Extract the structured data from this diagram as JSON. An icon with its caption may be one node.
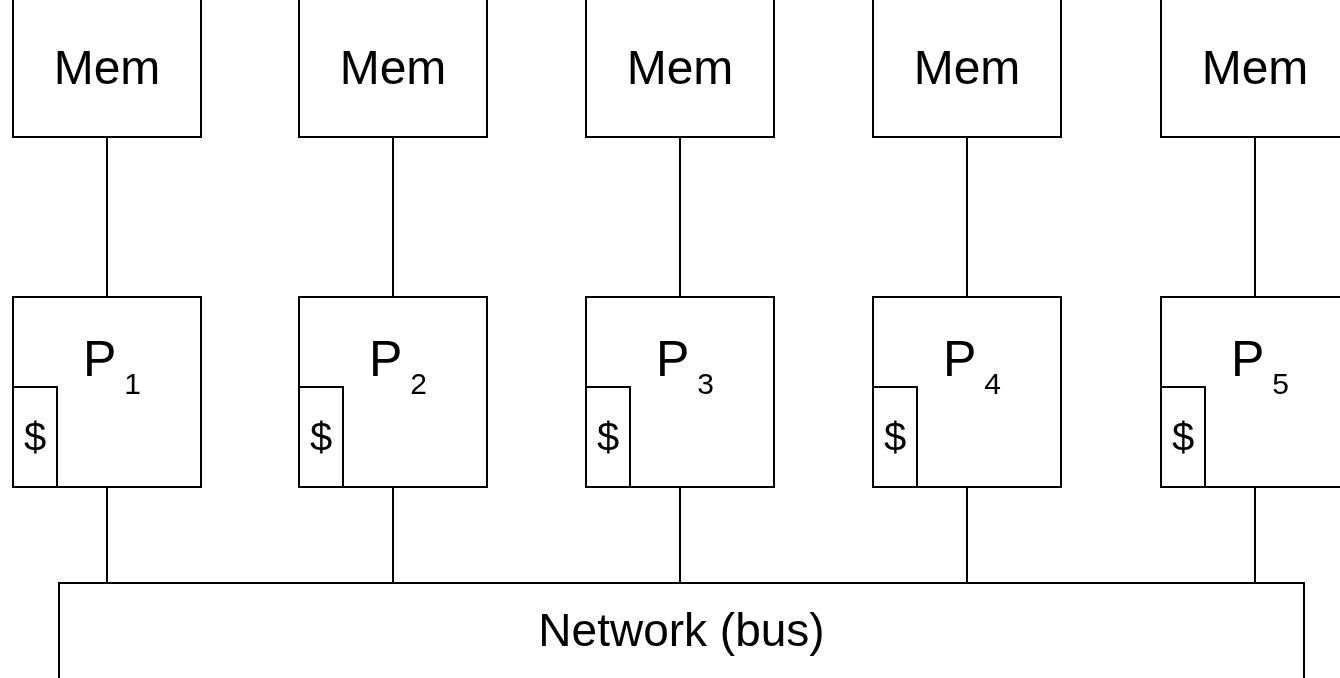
{
  "diagram": {
    "nodes": [
      {
        "text": [
          "Mem"
        ]
      },
      {
        "text": [
          "Mem"
        ]
      },
      {
        "text": [
          "Mem"
        ]
      },
      {
        "text": [
          "Mem"
        ]
      },
      {
        "text": [
          "Mem"
        ]
      },
      {
        "text": [
          "P$_{1}$"
        ]
      },
      {
        "text": [
          "$"
        ],
        "in": 5
      },
      {
        "text": [
          "P$_{2}$"
        ]
      },
      {
        "text": [
          "$"
        ],
        "in": 7
      },
      {
        "text": [
          "P$_{3}$"
        ]
      },
      {
        "text": [
          "$"
        ],
        "in": 9
      },
      {
        "text": [
          "P$_{4}$"
        ]
      },
      {
        "text": [
          "$"
        ],
        "in": 11
      },
      {
        "text": [
          "P$_{5}$"
        ]
      },
      {
        "text": [
          "$"
        ],
        "in": 13
      },
      {
        "text": [
          "Network (bus)"
        ]
      }
    ],
    "edges": [
      {
        "from": 0,
        "to": 5,
        "arrow": "none"
      },
      {
        "from": 1,
        "to": 7,
        "arrow": "none"
      },
      {
        "from": 2,
        "to": 9,
        "arrow": "none"
      },
      {
        "from": 3,
        "to": 11,
        "arrow": "none"
      },
      {
        "from": 4,
        "to": 13,
        "arrow": "none"
      },
      {
        "from": 5,
        "to": 15,
        "arrow": "none"
      },
      {
        "from": 7,
        "to": 15,
        "arrow": "none"
      },
      {
        "from": 9,
        "to": 15,
        "arrow": "none"
      },
      {
        "from": 11,
        "to": 15,
        "arrow": "none"
      },
      {
        "from": 13,
        "to": 15,
        "arrow": "none"
      }
    ]
  }
}
